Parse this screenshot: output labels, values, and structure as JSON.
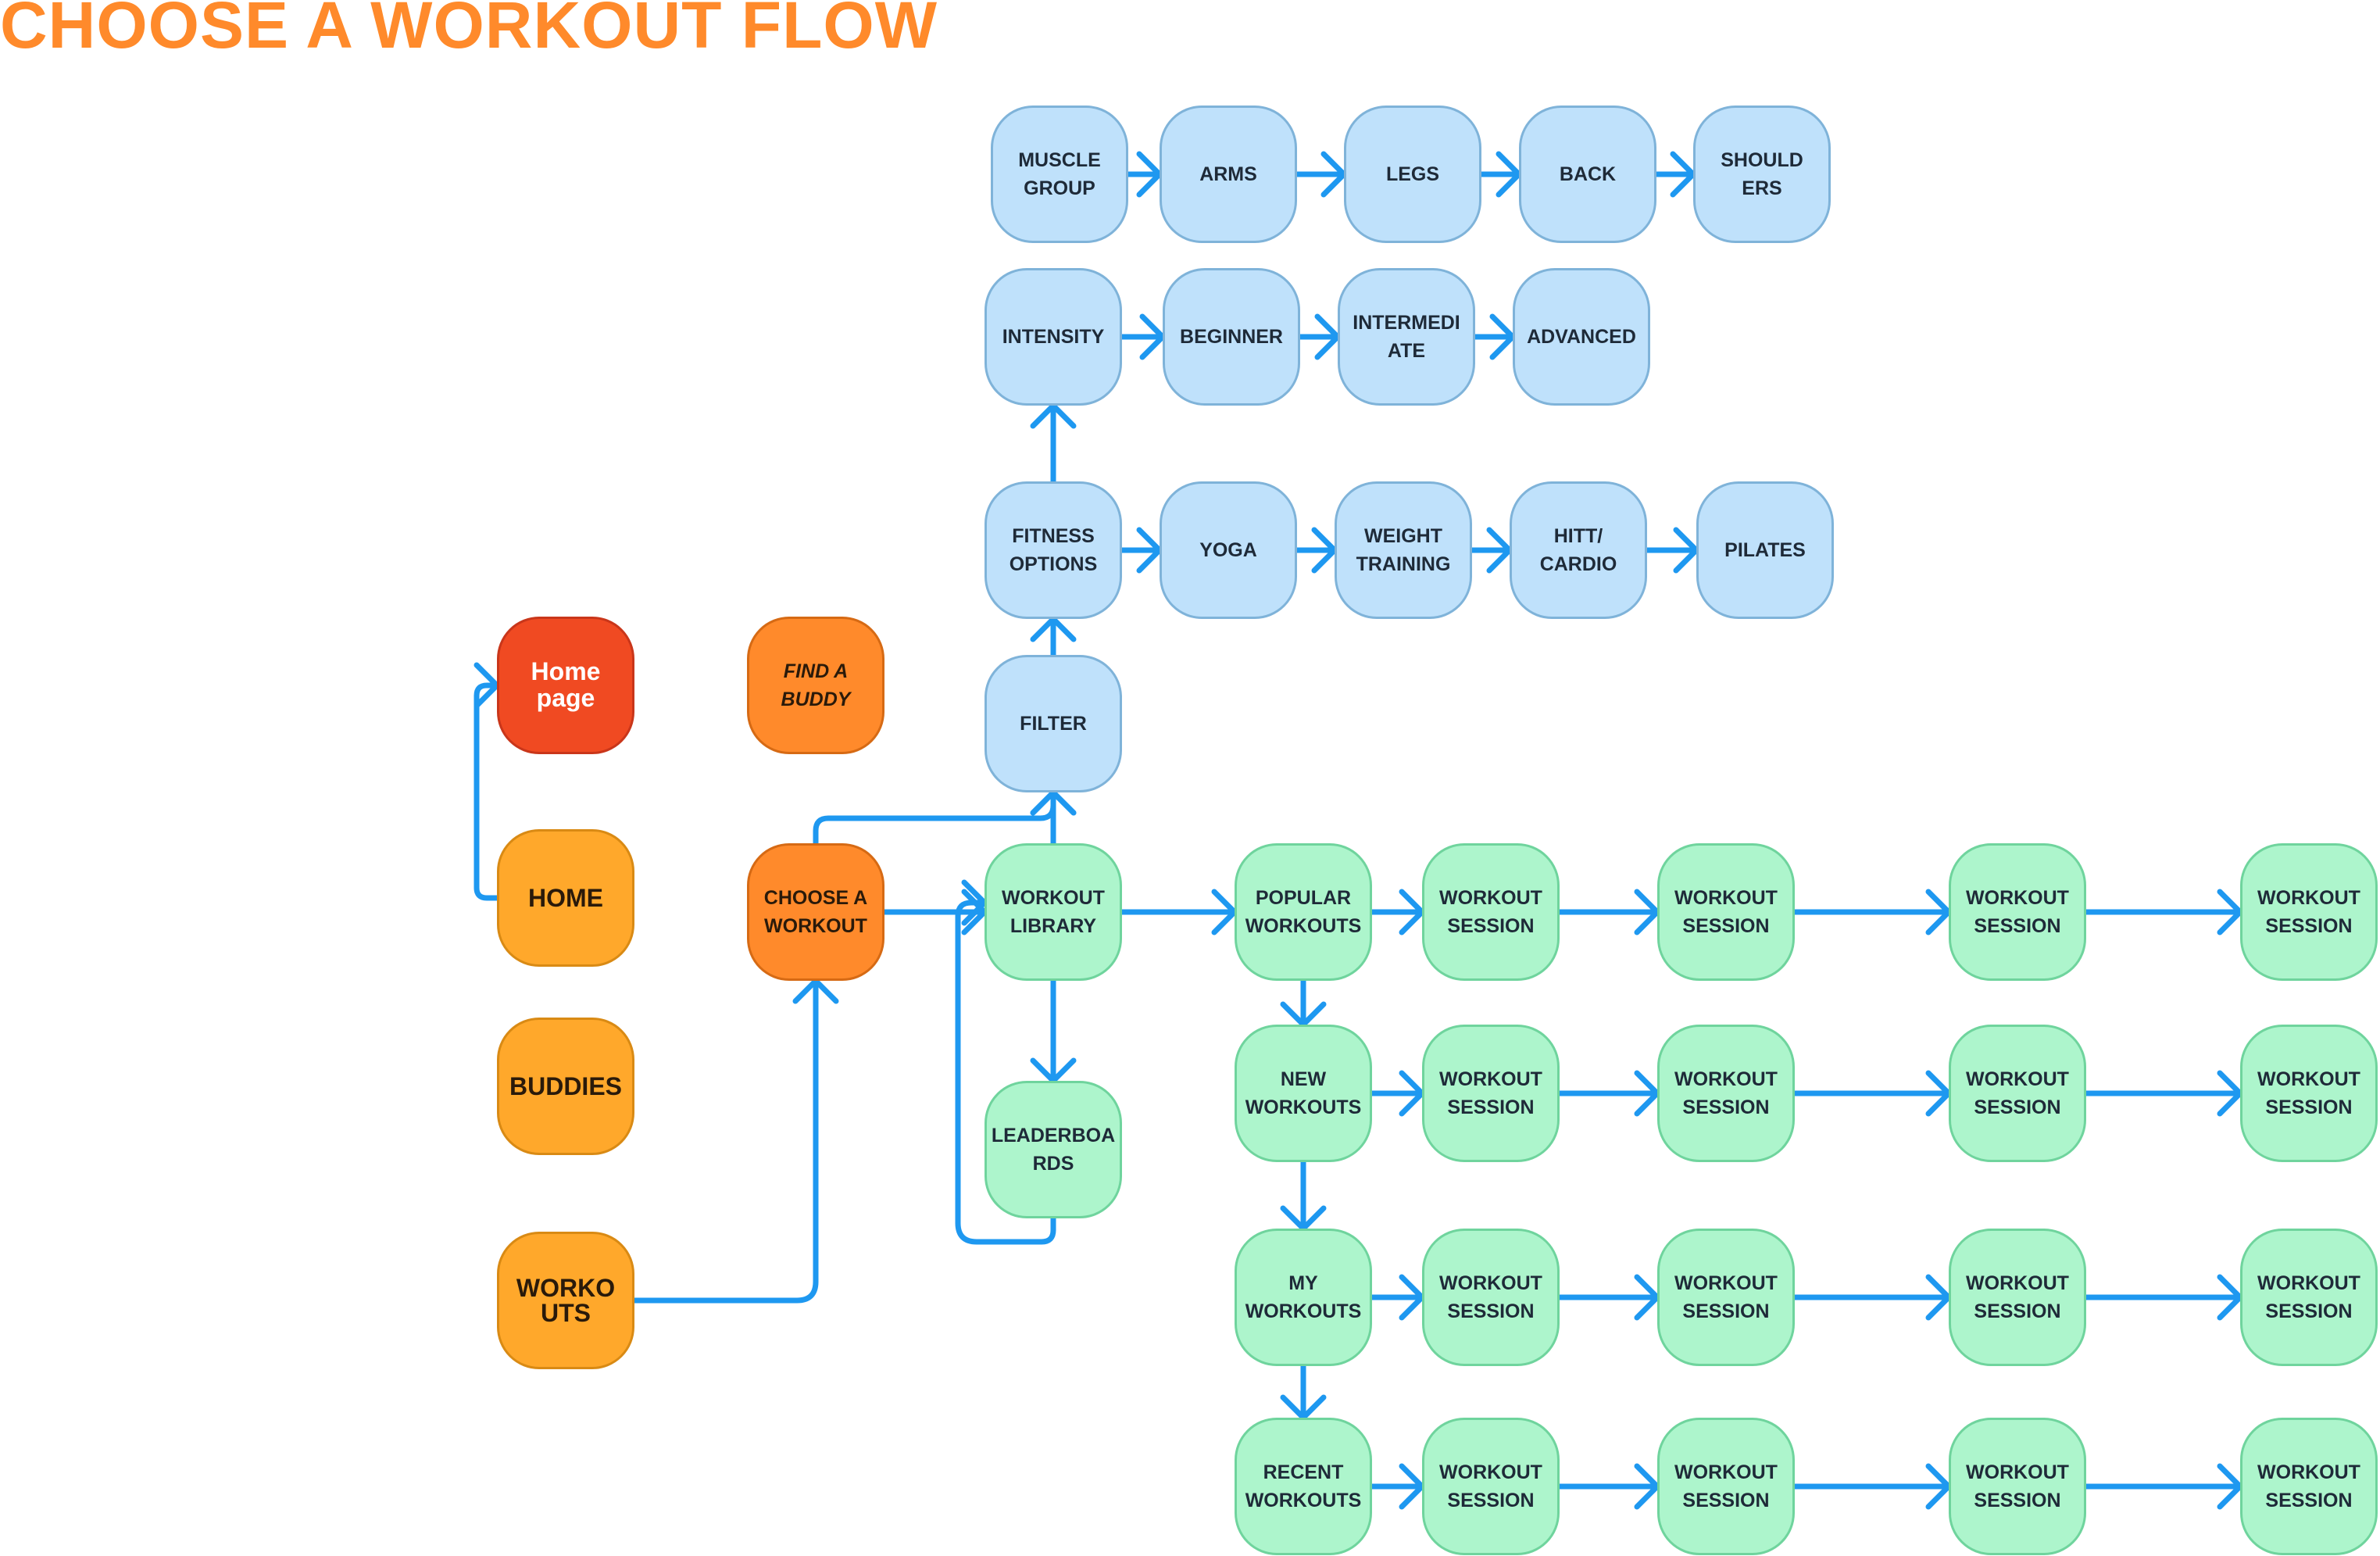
{
  "title": "CHOOSE A WORKOUT FLOW",
  "colors": {
    "title": "#FF8A2B",
    "connector": "#1E98F0",
    "blue_fill": "#BFE1FB",
    "green_fill": "#ADF5CC",
    "home_page_fill": "#F04A22",
    "orange_fill": "#FF8A2B",
    "gold_fill": "#FFA82B"
  },
  "nodes": [
    {
      "id": "home-page",
      "label": "Home\npage",
      "theme": "red"
    },
    {
      "id": "home",
      "label": "HOME",
      "theme": "gold"
    },
    {
      "id": "buddies",
      "label": "BUDDIES",
      "theme": "gold"
    },
    {
      "id": "workouts",
      "label": "WORKO\nUTS",
      "theme": "gold"
    },
    {
      "id": "find-a-buddy",
      "label": "FIND A\nBUDDY",
      "theme": "orange",
      "italic": true
    },
    {
      "id": "choose-a-workout",
      "label": "CHOOSE A\nWORKOUT",
      "theme": "orange"
    },
    {
      "id": "workout-library",
      "label": "WORKOUT\nLIBRARY",
      "theme": "green"
    },
    {
      "id": "leaderboards",
      "label": "LEADERBOA\nRDS",
      "theme": "green"
    },
    {
      "id": "filter",
      "label": "FILTER",
      "theme": "blue"
    },
    {
      "id": "fitness-options",
      "label": "FITNESS\nOPTIONS",
      "theme": "blue"
    },
    {
      "id": "yoga",
      "label": "YOGA",
      "theme": "blue"
    },
    {
      "id": "weight-training",
      "label": "WEIGHT\nTRAINING",
      "theme": "blue"
    },
    {
      "id": "hitt-cardio",
      "label": "HITT/\nCARDIO",
      "theme": "blue"
    },
    {
      "id": "pilates",
      "label": "PILATES",
      "theme": "blue"
    },
    {
      "id": "intensity",
      "label": "INTENSITY",
      "theme": "blue"
    },
    {
      "id": "beginner",
      "label": "BEGINNER",
      "theme": "blue"
    },
    {
      "id": "intermediate",
      "label": "INTERMEDI\nATE",
      "theme": "blue"
    },
    {
      "id": "advanced",
      "label": "ADVANCED",
      "theme": "blue"
    },
    {
      "id": "muscle-group",
      "label": "MUSCLE\nGROUP",
      "theme": "blue"
    },
    {
      "id": "arms",
      "label": "ARMS",
      "theme": "blue"
    },
    {
      "id": "legs",
      "label": "LEGS",
      "theme": "blue"
    },
    {
      "id": "back",
      "label": "BACK",
      "theme": "blue"
    },
    {
      "id": "shoulders",
      "label": "SHOULD\nERS",
      "theme": "blue"
    },
    {
      "id": "popular-workouts",
      "label": "POPULAR\nWORKOUTS",
      "theme": "green"
    },
    {
      "id": "new-workouts",
      "label": "NEW\nWORKOUTS",
      "theme": "green"
    },
    {
      "id": "my-workouts",
      "label": "MY\nWORKOUTS",
      "theme": "green"
    },
    {
      "id": "recent-workouts",
      "label": "RECENT\nWORKOUTS",
      "theme": "green"
    },
    {
      "id": "popular-session-1",
      "label": "WORKOUT\nSESSION",
      "theme": "green"
    },
    {
      "id": "popular-session-2",
      "label": "WORKOUT\nSESSION",
      "theme": "green"
    },
    {
      "id": "popular-session-3",
      "label": "WORKOUT\nSESSION",
      "theme": "green"
    },
    {
      "id": "popular-session-4",
      "label": "WORKOUT\nSESSION",
      "theme": "green"
    },
    {
      "id": "new-session-1",
      "label": "WORKOUT\nSESSION",
      "theme": "green"
    },
    {
      "id": "new-session-2",
      "label": "WORKOUT\nSESSION",
      "theme": "green"
    },
    {
      "id": "new-session-3",
      "label": "WORKOUT\nSESSION",
      "theme": "green"
    },
    {
      "id": "new-session-4",
      "label": "WORKOUT\nSESSION",
      "theme": "green"
    },
    {
      "id": "my-session-1",
      "label": "WORKOUT\nSESSION",
      "theme": "green"
    },
    {
      "id": "my-session-2",
      "label": "WORKOUT\nSESSION",
      "theme": "green"
    },
    {
      "id": "my-session-3",
      "label": "WORKOUT\nSESSION",
      "theme": "green"
    },
    {
      "id": "my-session-4",
      "label": "WORKOUT\nSESSION",
      "theme": "green"
    },
    {
      "id": "recent-session-1",
      "label": "WORKOUT\nSESSION",
      "theme": "green"
    },
    {
      "id": "recent-session-2",
      "label": "WORKOUT\nSESSION",
      "theme": "green"
    },
    {
      "id": "recent-session-3",
      "label": "WORKOUT\nSESSION",
      "theme": "green"
    },
    {
      "id": "recent-session-4",
      "label": "WORKOUT\nSESSION",
      "theme": "green"
    }
  ],
  "edges": [
    {
      "from": "home",
      "to": "home-page"
    },
    {
      "from": "workouts",
      "to": "choose-a-workout"
    },
    {
      "from": "choose-a-workout",
      "to": "workout-library"
    },
    {
      "from": "choose-a-workout",
      "to": "filter"
    },
    {
      "from": "workout-library",
      "to": "filter"
    },
    {
      "from": "workout-library",
      "to": "leaderboards"
    },
    {
      "from": "leaderboards",
      "to": "workout-library"
    },
    {
      "from": "filter",
      "to": "fitness-options"
    },
    {
      "from": "fitness-options",
      "to": "intensity"
    },
    {
      "from": "fitness-options",
      "to": "yoga"
    },
    {
      "from": "yoga",
      "to": "weight-training"
    },
    {
      "from": "weight-training",
      "to": "hitt-cardio"
    },
    {
      "from": "hitt-cardio",
      "to": "pilates"
    },
    {
      "from": "intensity",
      "to": "beginner"
    },
    {
      "from": "beginner",
      "to": "intermediate"
    },
    {
      "from": "intermediate",
      "to": "advanced"
    },
    {
      "from": "muscle-group",
      "to": "arms"
    },
    {
      "from": "arms",
      "to": "legs"
    },
    {
      "from": "legs",
      "to": "back"
    },
    {
      "from": "back",
      "to": "shoulders"
    },
    {
      "from": "workout-library",
      "to": "popular-workouts"
    },
    {
      "from": "popular-workouts",
      "to": "new-workouts"
    },
    {
      "from": "new-workouts",
      "to": "my-workouts"
    },
    {
      "from": "my-workouts",
      "to": "recent-workouts"
    },
    {
      "from": "popular-workouts",
      "to": "popular-session-1"
    },
    {
      "from": "popular-session-1",
      "to": "popular-session-2"
    },
    {
      "from": "popular-session-2",
      "to": "popular-session-3"
    },
    {
      "from": "popular-session-3",
      "to": "popular-session-4"
    },
    {
      "from": "new-workouts",
      "to": "new-session-1"
    },
    {
      "from": "new-session-1",
      "to": "new-session-2"
    },
    {
      "from": "new-session-2",
      "to": "new-session-3"
    },
    {
      "from": "new-session-3",
      "to": "new-session-4"
    },
    {
      "from": "my-workouts",
      "to": "my-session-1"
    },
    {
      "from": "my-session-1",
      "to": "my-session-2"
    },
    {
      "from": "my-session-2",
      "to": "my-session-3"
    },
    {
      "from": "my-session-3",
      "to": "my-session-4"
    },
    {
      "from": "recent-workouts",
      "to": "recent-session-1"
    },
    {
      "from": "recent-session-1",
      "to": "recent-session-2"
    },
    {
      "from": "recent-session-2",
      "to": "recent-session-3"
    },
    {
      "from": "recent-session-3",
      "to": "recent-session-4"
    }
  ]
}
